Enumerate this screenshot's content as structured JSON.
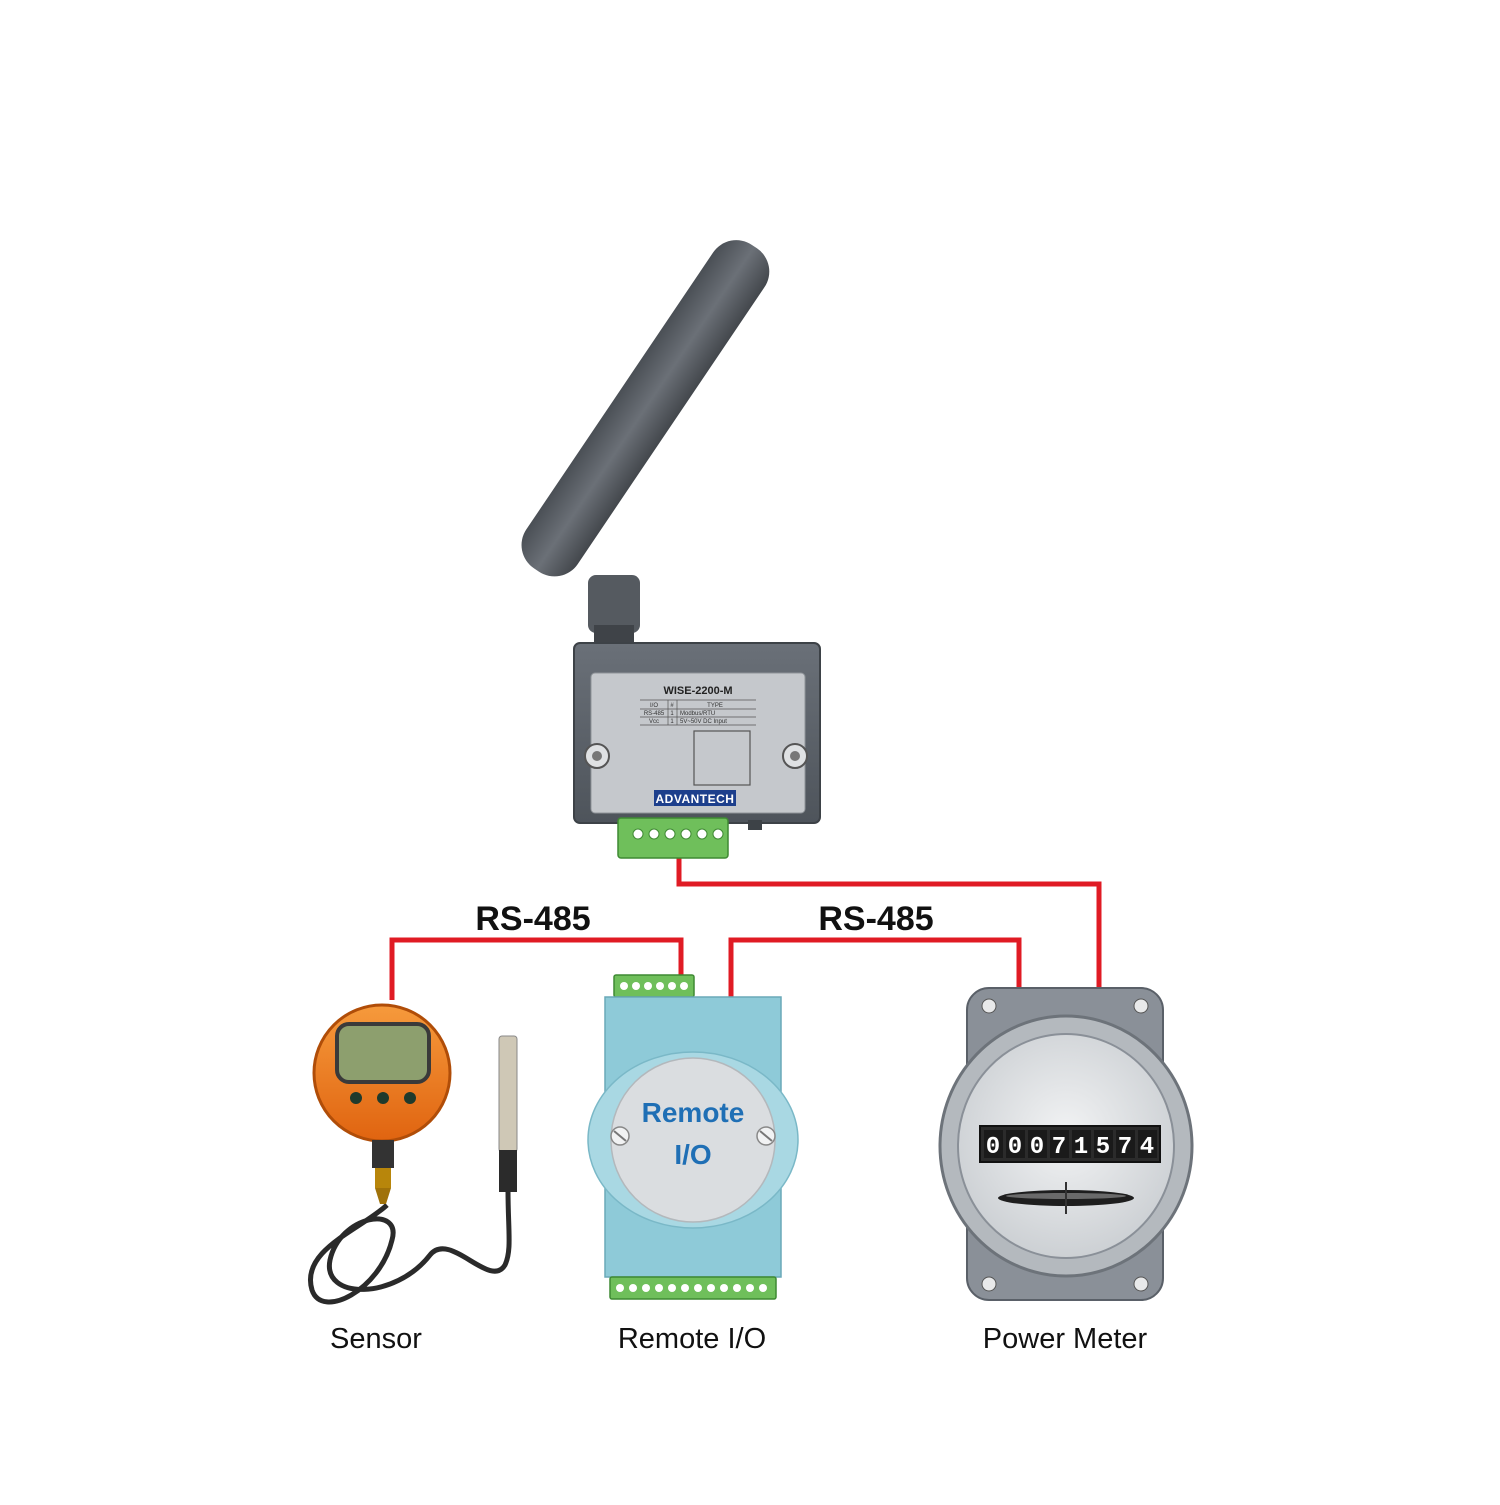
{
  "device": {
    "model": "WISE-2200-M",
    "table_headers": [
      "I/O",
      "#",
      "TYPE"
    ],
    "table_rows": [
      [
        "RS-485",
        "1",
        "Modbus/RTU"
      ],
      [
        "Vcc",
        "1",
        "5V~50V DC Input"
      ]
    ],
    "brand": "ADVANTECH"
  },
  "bus_labels": [
    "RS-485",
    "RS-485"
  ],
  "remote_io_face_text": [
    "Remote",
    "I/O"
  ],
  "meter_reading": [
    "0",
    "0",
    "0",
    "7",
    "1",
    "5",
    "7",
    "4"
  ],
  "captions": {
    "sensor": "Sensor",
    "remote_io": "Remote I/O",
    "power_meter": "Power Meter"
  },
  "colors": {
    "wire": "#e01b24",
    "enclosure": "#5a6068",
    "label_plate": "#c5c8cc",
    "terminal": "#6fbf5b",
    "sensor_body": "#f07a1f",
    "remote_io_body": "#8ecad8",
    "meter_body": "#8a9098"
  }
}
